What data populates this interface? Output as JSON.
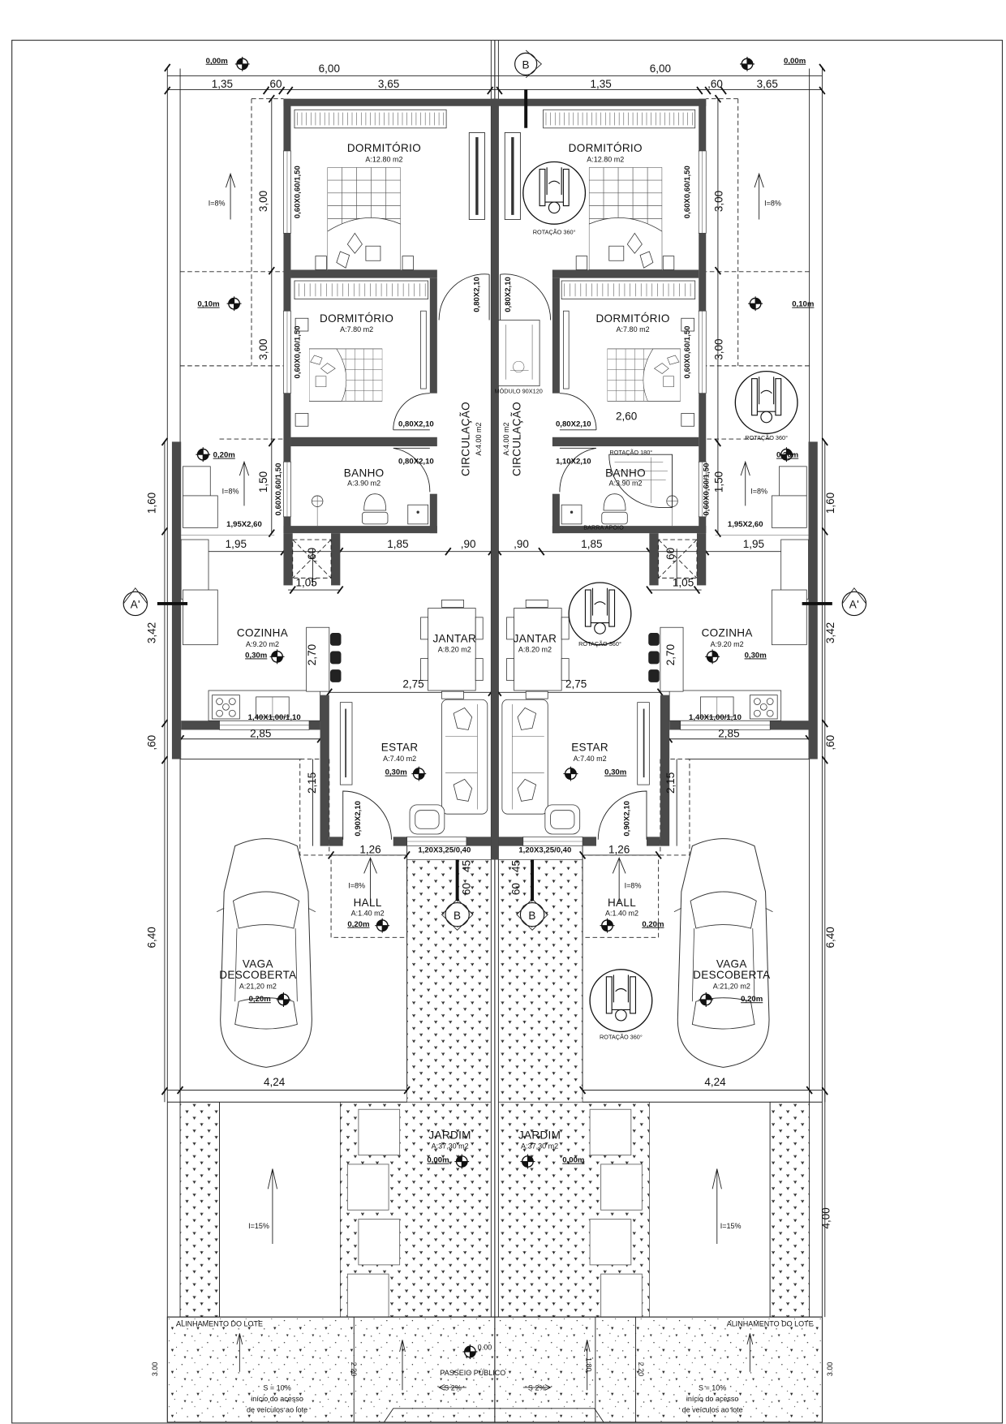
{
  "top": {
    "width_left": "6,00",
    "width_right": "6,00",
    "level_left": "0,00m",
    "level_right": "0,00m",
    "section_b": "B"
  },
  "units": {
    "left": {
      "dims_top": [
        "1,35",
        ",60",
        "3,65"
      ],
      "dorm1": {
        "name": "DORMITÓRIO",
        "area": "A:12.80 m2"
      },
      "dorm2": {
        "name": "DORMITÓRIO",
        "area": "A:7.80 m2"
      },
      "banho": {
        "name": "BANHO",
        "area": "A:3.90 m2"
      },
      "circulacao": {
        "name": "CIRCULAÇÃO",
        "area": "A:4.00 m2"
      },
      "cozinha": {
        "name": "COZINHA",
        "area": "A:9.20 m2",
        "level": "0,30m"
      },
      "jantar": {
        "name": "JANTAR",
        "area": "A:8.20 m2"
      },
      "estar": {
        "name": "ESTAR",
        "area": "A:7.40 m2",
        "level": "0,30m"
      },
      "hall": {
        "name": "HALL",
        "area": "A:1.40 m2",
        "level": "0,20m",
        "slope": "I=8%"
      },
      "vaga": {
        "name1": "VAGA",
        "name2": "DESCOBERTA",
        "area": "A:21,20 m2",
        "level": "0,20m"
      },
      "jardim": {
        "name": "JARDIM",
        "area": "A:37,30 m2",
        "level": "0,00m"
      },
      "patio": {
        "level1": "0,10m",
        "level2": "0,20m",
        "slope1": "I=8%",
        "slope2": "I=8%"
      },
      "driveway_slope": "I=15%",
      "openings": {
        "window_dorm1": "0,60X0,60/1,50",
        "window_dorm2": "0,60X0,60/1,50",
        "window_banho": "0,60X0,60/1,50",
        "door_dorm1": "0,80X2,10",
        "door_dorm2": "0,80X2,10",
        "door_banho": "0,80X2,10",
        "door_service": "1,95X2,60",
        "window_kitchen": "1,40X1,00/1,10",
        "door_entry": "0,90X2,10",
        "window_estar": "1,20X3,25/0,40"
      },
      "dims": {
        "d300a": "3,00",
        "d300b": "3,00",
        "d150": "1,50",
        "d160": "1,60",
        "d342": "3,42",
        "d60v": ",60",
        "d640": "6,40",
        "d195": "1,95",
        "d185": "1,85",
        "d90": ",90",
        "d105": "1,05",
        "d60shaft": ",60",
        "d270": "2,70",
        "d275": "2,75",
        "d285": "2,85",
        "d215": "2,15",
        "d126": "1,26",
        "d45": "45",
        "d60": "60",
        "d424": "4,24"
      },
      "section_a": "A'",
      "section_b": "B",
      "sidewalk": {
        "alignment": "ALINHAMENTO DO LOTE",
        "slope": "S = 10%",
        "note1": "início do acesso",
        "note2": "de veículos ao lote",
        "d300": "3.00",
        "d220": "2.20",
        "slope_public": "S 2%"
      }
    },
    "right": {
      "dims_top": [
        "3,65",
        ",60",
        "1,35"
      ],
      "dorm1": {
        "name": "DORMITÓRIO",
        "area": "A:12.80 m2"
      },
      "dorm2": {
        "name": "DORMITÓRIO",
        "area": "A:7.80 m2"
      },
      "banho": {
        "name": "BANHO",
        "area": "A:3.90 m2"
      },
      "circulacao": {
        "name": "CIRCULAÇÃO",
        "area": "A:4.00 m2"
      },
      "cozinha": {
        "name": "COZINHA",
        "area": "A:9.20 m2",
        "level": "0,30m"
      },
      "jantar": {
        "name": "JANTAR",
        "area": "A:8.20 m2"
      },
      "estar": {
        "name": "ESTAR",
        "area": "A:7.40 m2",
        "level": "0,30m"
      },
      "hall": {
        "name": "HALL",
        "area": "A:1.40 m2",
        "level": "0,20m",
        "slope": "I=8%"
      },
      "vaga": {
        "name1": "VAGA",
        "name2": "DESCOBERTA",
        "area": "A:21,20 m2",
        "level": "0,20m"
      },
      "jardim": {
        "name": "JARDIM",
        "area": "A:37,30 m2",
        "level": "0,00m"
      },
      "patio": {
        "level1": "0,10m",
        "level2": "0,20m",
        "slope1": "I=8%",
        "slope2": "I=8%"
      },
      "driveway_slope": "I=15%",
      "openings": {
        "window_dorm1": "0,60X0,60/1,50",
        "window_dorm2": "0,60X0,60/1,50",
        "window_banho": "0,60X0,60/1,50",
        "door_dorm1": "0,80X2,10",
        "door_dorm2": "0,80X2,10",
        "door_banho": "1,10X2,10",
        "door_service": "1,95X2,60",
        "window_kitchen": "1,40X1,00/1,10",
        "door_entry": "0,90X2,10",
        "window_estar": "1,20X3,25/0,40"
      },
      "dims": {
        "d300a": "3,00",
        "d300b": "3,00",
        "d150": "1,50",
        "d160": "1,60",
        "d342": "3,42",
        "d60v": ",60",
        "d640": "6,40",
        "d195": "1,95",
        "d185": "1,85",
        "d90": ",90",
        "d105": "1,05",
        "d60shaft": ",60",
        "d270": "2,70",
        "d275": "2,75",
        "d285": "2,85",
        "d215": "2,15",
        "d126": "1,26",
        "d45": "45",
        "d60": "60",
        "d424": "4,24"
      },
      "section_a": "A'",
      "section_b": "B",
      "sidewalk": {
        "alignment": "ALINHAMENTO DO LOTE",
        "slope": "S = 10%",
        "note1": "início do acesso",
        "note2": "de veículos ao lote",
        "d300": "3.00",
        "d220": "2.20",
        "slope_public": "S 2%"
      }
    }
  },
  "accessibility": {
    "rotation_360": "ROTAÇÃO 360°",
    "rotation_180": "ROTAÇÃO 180°",
    "module": "MÓDULO 90X120",
    "grab_bar": "BARRA APOIO",
    "dim_260": "2,60",
    "dim_400": "4,00"
  },
  "public_sidewalk": {
    "label": "PASSEIO PÚBLICO",
    "level": "0.00",
    "d180": "1.80"
  }
}
